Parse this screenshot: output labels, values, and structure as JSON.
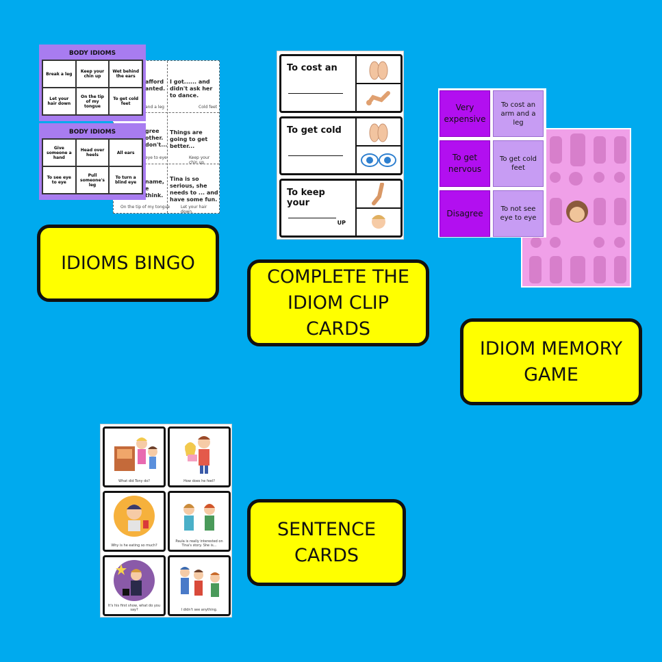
{
  "background_color": "#00aaee",
  "label_color": "#ffff00",
  "labels": {
    "bingo": "IDIOMS BINGO",
    "clip": [
      "COMPLETE THE",
      "IDIOM CLIP",
      "CARDS"
    ],
    "memory": [
      "IDIOM MEMORY",
      "GAME"
    ],
    "sentence": [
      "SENTENCE",
      "CARDS"
    ]
  },
  "bingo": {
    "cards": [
      {
        "title": "BODY IDIOMS",
        "cells": [
          "Break a leg",
          "Keep your chin up",
          "Wet behind the ears",
          "Let your hair down",
          "On the tip of my tongue",
          "To get cold feet"
        ]
      },
      {
        "title": "BODY IDIOMS",
        "cells": [
          "Give someone a hand",
          "Head over heels",
          "All ears",
          "To see eye to eye",
          "Pull someone's leg",
          "To turn a blind eye"
        ]
      }
    ],
    "back": {
      "cells": [
        "afford anted.",
        "I got...... and didn't ask her to dance.",
        "gree other. don't...",
        "Things are going to get better...",
        "name, e think.",
        "Tina is so serious, she needs to ... and have some fun."
      ],
      "footers": [
        "and a leg",
        "Cold feet",
        "eye to eye",
        "Keep your chin up",
        "On the tip of my tongue",
        "Let your hair down."
      ]
    }
  },
  "clip_cards": [
    {
      "text": "To cost an",
      "suffix": "",
      "pics": [
        "feet-icon",
        "arm-icon"
      ]
    },
    {
      "text": "To get cold",
      "suffix": "",
      "pics": [
        "feet-icon",
        "eyes-icon"
      ]
    },
    {
      "text": "To keep your",
      "suffix": "UP",
      "pics": [
        "leg-icon",
        "chin-icon"
      ]
    }
  ],
  "memory": {
    "pairs": [
      {
        "left": "Very expensive",
        "right": "To cost an arm and a leg"
      },
      {
        "left": "To get nervous",
        "right": "To get cold feet"
      },
      {
        "left": "Disagree",
        "right": "To not see eye to eye"
      }
    ]
  },
  "sentence_cards": [
    {
      "caption": "What did Tony do?",
      "scene": "kitchen-scene"
    },
    {
      "caption": "How does he feel?",
      "scene": "couple-scene"
    },
    {
      "caption": "Why is he eating so much?",
      "scene": "eating-scene"
    },
    {
      "caption": "Paula is really interested on Tina's story. She is...",
      "scene": "chatting-scene"
    },
    {
      "caption": "It's his first show, what do you say?",
      "scene": "magician-scene"
    },
    {
      "caption": "I didn't see anything.",
      "scene": "fight-scene"
    }
  ]
}
